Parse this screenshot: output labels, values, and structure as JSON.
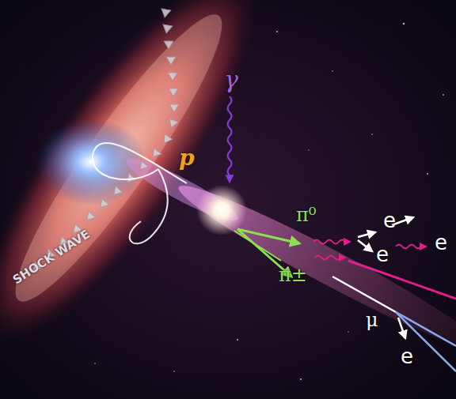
{
  "diagram": {
    "labels": [
      "γ",
      "p",
      "π⁰",
      "e",
      "e",
      "e",
      "π±",
      "μ",
      "e",
      "SHOCK WAVE"
    ]
  }
}
